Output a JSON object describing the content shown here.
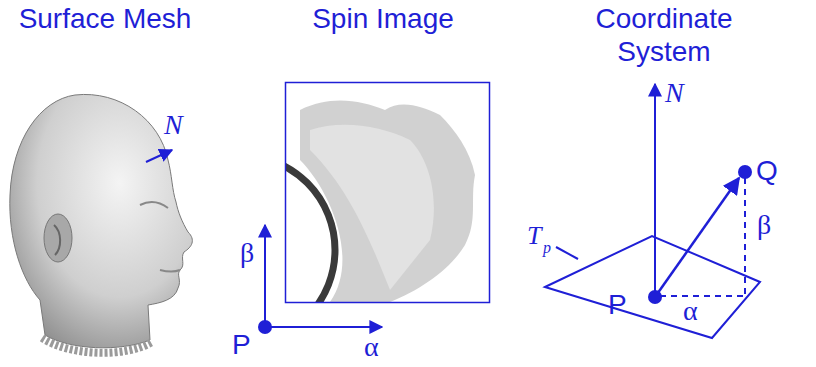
{
  "diagram": {
    "labels": [
      "Surface Mesh",
      "Spin Image",
      "Coordinate System",
      "N",
      "β",
      "P",
      "α",
      "N",
      "Q",
      "β",
      "T",
      "p",
      "P",
      "α"
    ]
  }
}
